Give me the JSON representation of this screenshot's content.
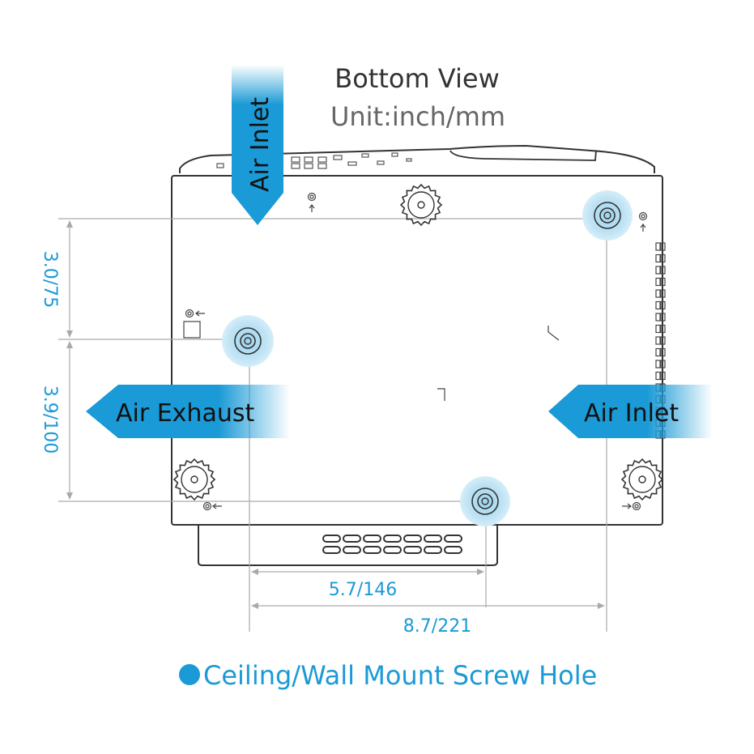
{
  "title": "Bottom View",
  "unit": "Unit:inch/mm",
  "labels": {
    "air_inlet_top": "Air Inlet",
    "air_exhaust": "Air Exhaust",
    "air_inlet_right": "Air Inlet"
  },
  "dimensions": {
    "vertical_top": "3.0/75",
    "vertical_bottom": "3.9/100",
    "horizontal_short": "5.7/146",
    "horizontal_long": "8.7/221"
  },
  "legend": "Ceiling/Wall Mount Screw Hole",
  "colors": {
    "accent": "#1a9ad6",
    "outline": "#333333",
    "dim_line": "#aaaaaa",
    "title": "#333333",
    "unit": "#666666",
    "glow": "#bfe3f4"
  },
  "icons": [
    "arrow-down-icon",
    "arrow-left-icon",
    "screw-hole-icon",
    "rubber-foot-icon",
    "legend-dot-icon"
  ]
}
